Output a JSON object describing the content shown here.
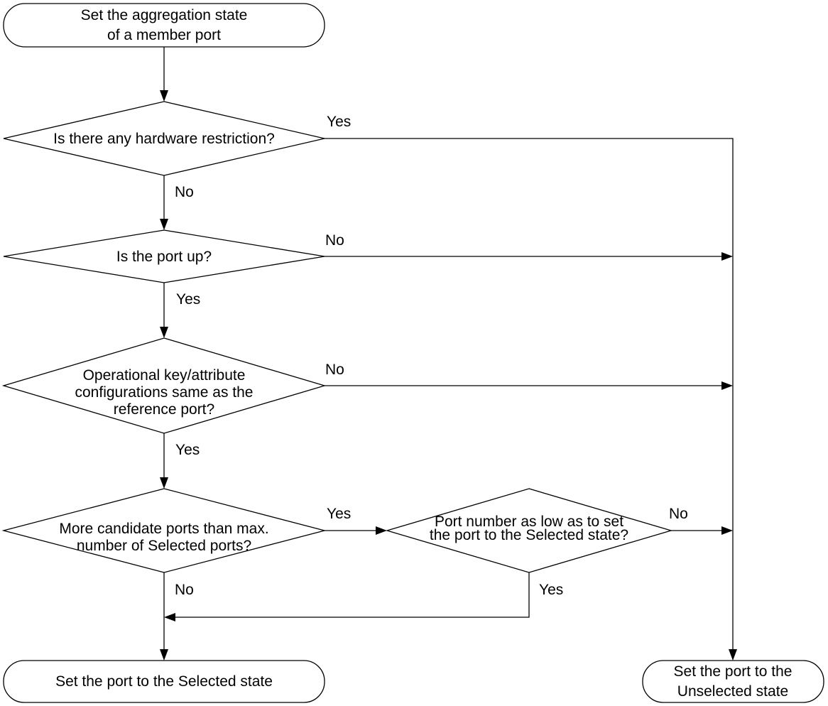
{
  "diagram": {
    "start": {
      "lines": [
        "Set the aggregation state",
        "of a member port"
      ]
    },
    "decisions": {
      "hardware": {
        "lines": [
          "Is there any hardware restriction?"
        ]
      },
      "port_up": {
        "lines": [
          "Is the port up?"
        ]
      },
      "op_key": {
        "lines": [
          "Operational key/attribute",
          "configurations same as the",
          "reference port?"
        ]
      },
      "more_candidates": {
        "lines": [
          "More candidate ports than max.",
          "number of Selected ports?"
        ]
      },
      "port_number": {
        "lines": [
          "Port number as low as to set",
          "the port to the Selected state?"
        ]
      }
    },
    "terminals": {
      "selected": {
        "lines": [
          "Set the port to the Selected state"
        ]
      },
      "unselected": {
        "lines": [
          "Set the port to the",
          "Unselected state"
        ]
      }
    },
    "edge_labels": {
      "hardware_yes": "Yes",
      "hardware_no": "No",
      "port_up_no": "No",
      "port_up_yes": "Yes",
      "op_key_no": "No",
      "op_key_yes": "Yes",
      "more_candidates_yes": "Yes",
      "more_candidates_no": "No",
      "port_number_no": "No",
      "port_number_yes": "Yes"
    },
    "colors": {
      "line": "#000000",
      "fill": "#ffffff",
      "text": "#000000"
    }
  }
}
